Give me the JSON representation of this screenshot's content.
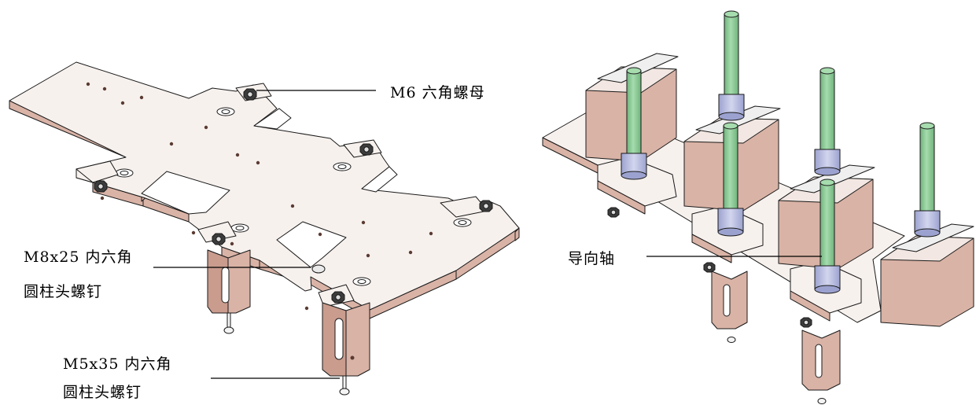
{
  "colors": {
    "plate_top": "#f7f1ee",
    "plate_side": "#d9b3a6",
    "plate_edge": "#1a1a1a",
    "shaft": "#8fcf99",
    "bushing": "#b8bde0",
    "leader": "#000000"
  },
  "left_assembly": {
    "callouts": {
      "m6_nut": {
        "text": "M6 六角螺母"
      },
      "m8_screw": {
        "line1": "M8x25 内六角",
        "line2": "圆柱头螺钉"
      },
      "m5_screw": {
        "line1": "M5x35 内六角",
        "line2": "圆柱头螺钉"
      }
    }
  },
  "right_assembly": {
    "callouts": {
      "guide_shaft": {
        "text": "导向轴"
      }
    }
  }
}
